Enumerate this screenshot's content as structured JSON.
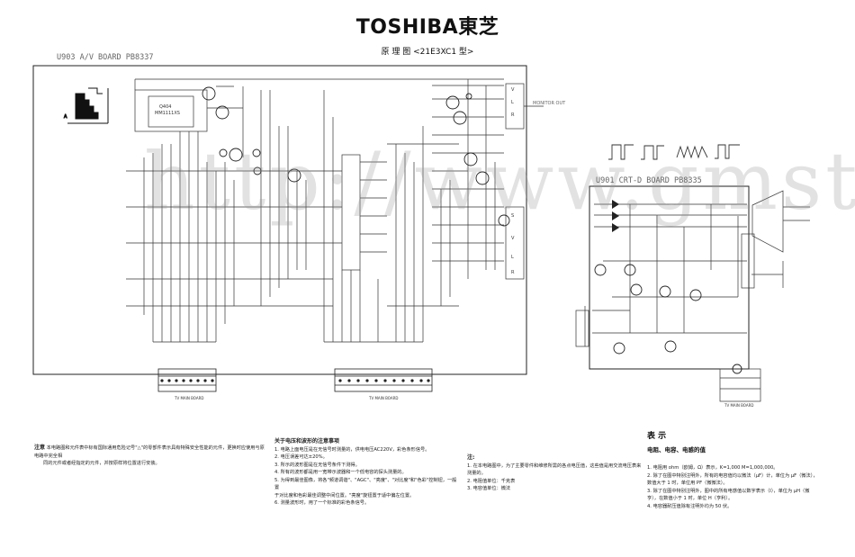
{
  "header": {
    "brand": "TOSHIBA東芝",
    "title": "原 理 图 <21E3XC1 型>"
  },
  "boards": {
    "av": {
      "label": "U903 A/V BOARD PB8337",
      "ic_label": "Q404",
      "ic_part": "MM1111XS",
      "cable_left": "TV MAIN BOARD",
      "cable_right": "TV MAIN BOARD"
    },
    "crt": {
      "label": "U901 CRT-D BOARD PB8335",
      "cable": "TV MAIN BOARD"
    }
  },
  "jacks": {
    "monitor_out": "MONITOR OUT",
    "letters": [
      "V",
      "L",
      "R",
      "S",
      "V",
      "L",
      "R"
    ]
  },
  "watermark": "http://www.gmstar.com",
  "notes": {
    "safety": {
      "label": "注意",
      "lines": [
        "本电路图和元件表中标有国际通用危险记号\"△\"的零部件表示具有特殊安全性能的元件，更换时应使用与原电路中完全相",
        "同的元件或者经指定的元件，并按原样将位置进行安装。"
      ]
    },
    "voltage": {
      "title": "关于电压和波形的注意事项",
      "items": [
        "1. 电路上面电压是在无信号时测量的，供电电压AC220V，彩色条形信号。",
        "2. 电压误差可达±20%。",
        "3. 所示的波形图是在无信号条件下测得。",
        "4. 所有的波形都是用一宽带示波器和一个低电容的探头测量的。",
        "5. 为得到最佳图像，将各\"频道调谐\"、\"AGC\"、\"亮度\"、\"对比度\"和\"色彩\"控制钮，一般置",
        "   于对比度和色彩最佳调整中间位置。\"亮度\"旋钮置于适中偏左位置。",
        "6. 测量波形时，用了一个标准的彩色条信号。"
      ]
    },
    "misc": {
      "title": "注:",
      "items": [
        "1. 在本电路图中，为了主要零件和维修所需的各点电压值，这些值是用交流电压表来测量的。",
        "2. 电阻值单位：千克表",
        "3. 电容值单位：微法"
      ]
    },
    "table": {
      "title": "表 示",
      "subtitle": "电阻、电容、电感的值",
      "items": [
        "1. 电阻用 ohm（欧姆，Ω）表示，K=1,000 M=1,000,000。",
        "2. 除了在图中特别注明外，所有的电容值均以微法（μF）计，单位为 μF（微法），",
        "   数值大于 1 时，单位用 PF（微微法）。",
        "3. 除了在图中特别注明外，图中的所有电感值以数字表示（Ⅰ），单位为 μH（微",
        "   亨），在数值小于 1 时，单位 H（亨利）。",
        "4. 电容器耐压值除有注明外均为 50 伏。"
      ]
    }
  }
}
